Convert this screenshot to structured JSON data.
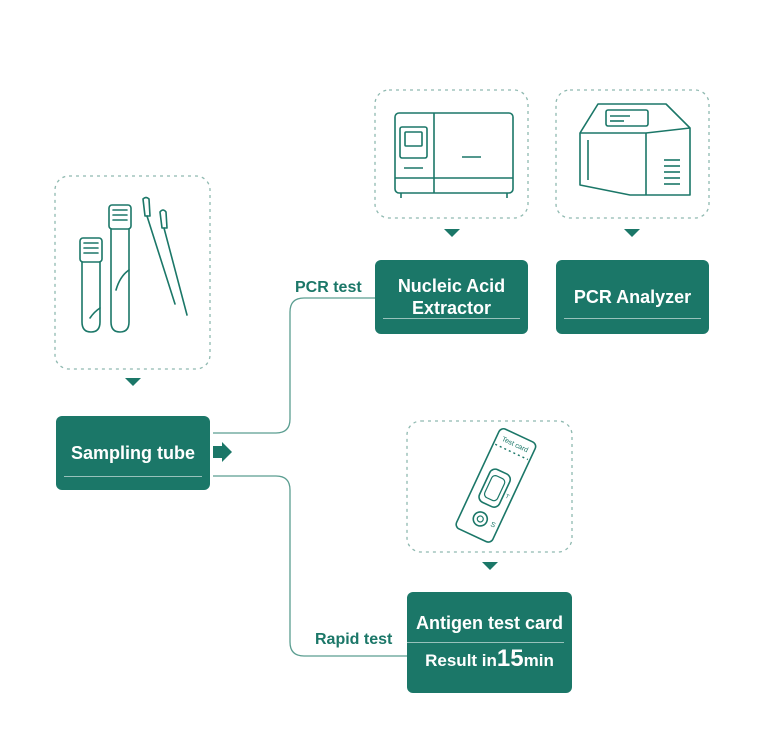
{
  "boxes": {
    "sampling": "Sampling tube",
    "extractor_line1": "Nucleic Acid",
    "extractor_line2": "Extractor",
    "analyzer": "PCR Analyzer",
    "antigen": "Antigen test card",
    "result_prefix": "Result in",
    "result_number": "15",
    "result_unit": "min"
  },
  "labels": {
    "pcr": "PCR test",
    "rapid": "Rapid test"
  },
  "illustrations": {
    "test_card_text": "Test card",
    "card_mark_t": "T",
    "card_mark_s": "S"
  },
  "colors": {
    "accent": "#1b7768",
    "line": "#5a9d90"
  }
}
